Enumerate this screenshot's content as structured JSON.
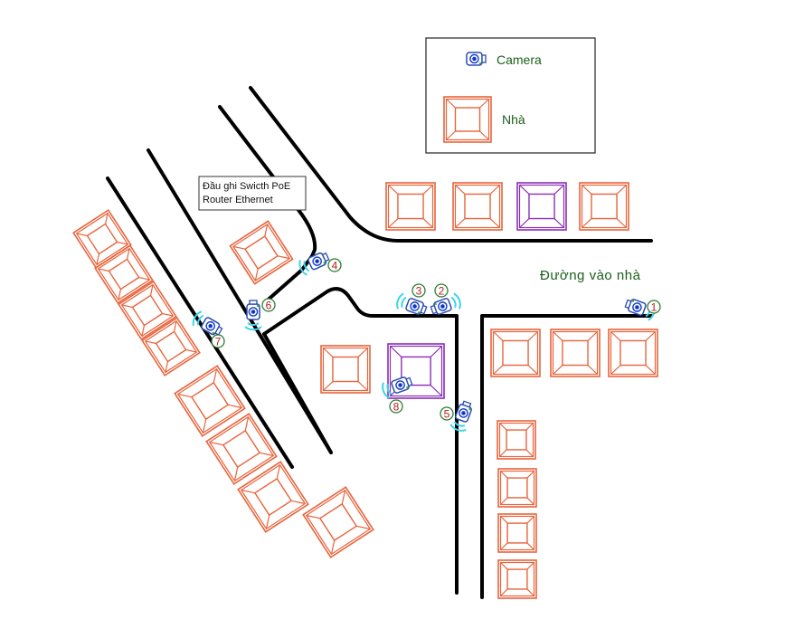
{
  "legend": {
    "camera_label": "Camera",
    "house_label": "Nhà",
    "text_color": "#1a5e1a",
    "border_color": "#333333"
  },
  "recorder_box": {
    "line1": "Đầu ghi Swicth PoE",
    "line2": "Router Ethernet"
  },
  "road_label": {
    "text": "Đường vào nhà",
    "color": "#1a5e1a"
  },
  "colors": {
    "house_normal": "#e8643c",
    "house_highlight": "#8a2fb5",
    "road": "#000000",
    "camera_body": "#2a4bb0",
    "camera_lens": "#1038c8",
    "camera_signal": "#3fd3e8",
    "camera_led": "#3cb043",
    "badge_ring": "#2e7d32",
    "badge_text": "#b22222"
  },
  "cameras": [
    {
      "number": "1",
      "icon": "camera-icon",
      "facing": "left"
    },
    {
      "number": "2",
      "icon": "camera-icon",
      "facing": "right"
    },
    {
      "number": "3",
      "icon": "camera-icon",
      "facing": "left"
    },
    {
      "number": "4",
      "icon": "camera-icon",
      "facing": "down-left"
    },
    {
      "number": "5",
      "icon": "camera-icon",
      "facing": "down"
    },
    {
      "number": "6",
      "icon": "camera-icon",
      "facing": "down"
    },
    {
      "number": "7",
      "icon": "camera-icon",
      "facing": "up-left"
    },
    {
      "number": "8",
      "icon": "camera-icon",
      "facing": "right"
    }
  ],
  "houses": {
    "top_row": [
      "normal",
      "normal",
      "highlight",
      "normal"
    ],
    "right_row": [
      "normal",
      "normal",
      "normal"
    ],
    "right_column": [
      "normal",
      "normal",
      "normal",
      "normal"
    ],
    "center": [
      "normal",
      "highlight"
    ],
    "diagonal_left": [
      "normal",
      "normal",
      "normal",
      "normal",
      "normal",
      "normal",
      "normal",
      "normal"
    ],
    "near_recorder": [
      "normal"
    ]
  }
}
